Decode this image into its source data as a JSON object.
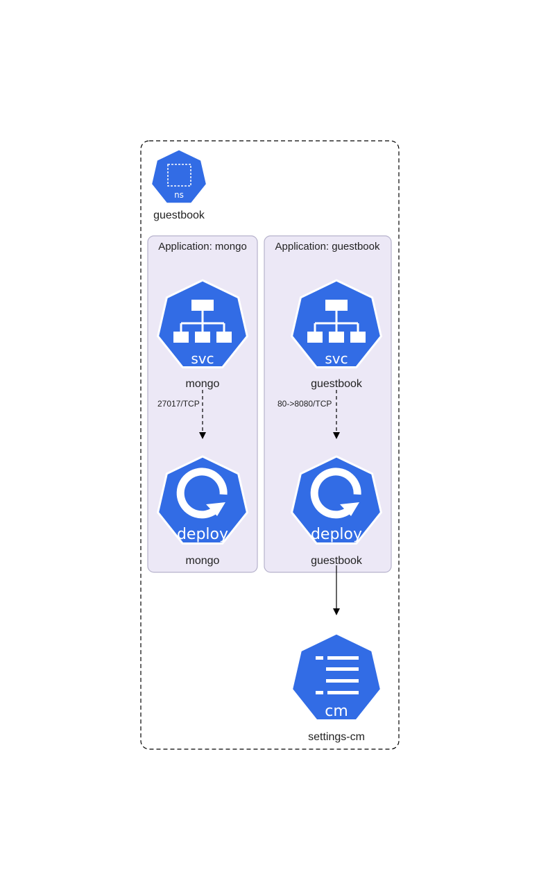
{
  "namespace": {
    "kind": "ns",
    "label": "guestbook"
  },
  "clusters": [
    {
      "label": "Application: mongo",
      "service": {
        "kind": "svc",
        "label": "mongo"
      },
      "edge_label": "27017/TCP",
      "deployment": {
        "kind": "deploy",
        "label": "mongo"
      }
    },
    {
      "label": "Application: guestbook",
      "service": {
        "kind": "svc",
        "label": "guestbook"
      },
      "edge_label": "80->8080/TCP",
      "deployment": {
        "kind": "deploy",
        "label": "guestbook"
      }
    }
  ],
  "configmap": {
    "kind": "cm",
    "label": "settings-cm"
  },
  "colors": {
    "k8s_blue": "#326ce5",
    "cluster_fill": "#ece8f6",
    "cluster_stroke": "#b6b2cc",
    "line": "#000000"
  }
}
